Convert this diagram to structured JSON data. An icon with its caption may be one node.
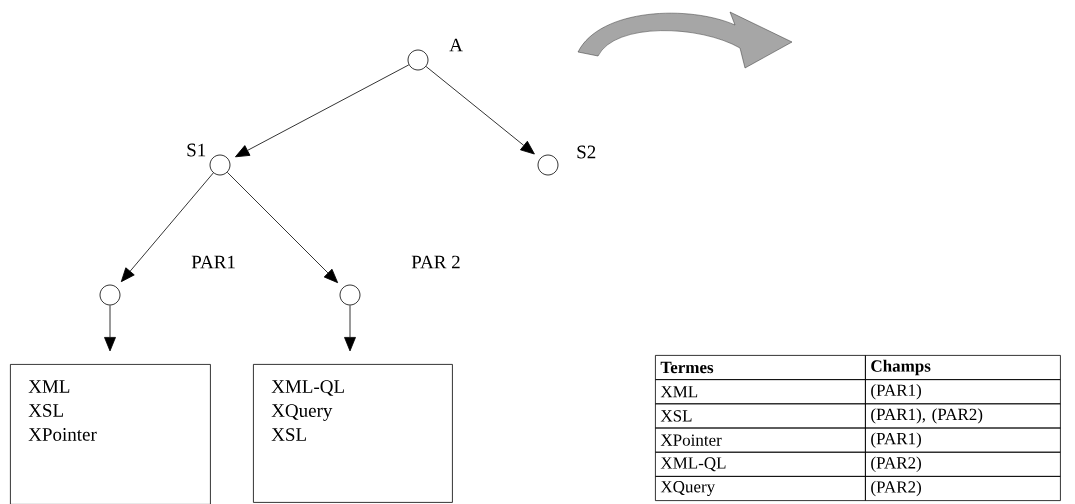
{
  "diagram": {
    "nodes": [
      {
        "text": [],
        "shape": "circle",
        "beside": [
          "A"
        ]
      },
      {
        "text": [],
        "shape": "circle",
        "beside": [
          "S1"
        ]
      },
      {
        "text": [],
        "shape": "circle",
        "beside": [
          "S2"
        ]
      },
      {
        "text": [],
        "shape": "circle",
        "beside": [
          "PAR1"
        ]
      },
      {
        "text": [],
        "shape": "circle",
        "beside": [
          "PAR 2"
        ]
      },
      {
        "text": [
          "XML",
          "XSL",
          "XPointer"
        ]
      },
      {
        "text": [
          "XML-QL",
          "XQuery",
          "XSL"
        ]
      }
    ],
    "edges": [
      {
        "from": 0,
        "to": 1,
        "arrow": "to"
      },
      {
        "from": 0,
        "to": 2,
        "arrow": "to"
      },
      {
        "from": 1,
        "to": 3,
        "arrow": "to"
      },
      {
        "from": 1,
        "to": 4,
        "arrow": "to"
      },
      {
        "from": 3,
        "to": 5,
        "arrow": "to"
      },
      {
        "from": 4,
        "to": 6,
        "arrow": "to"
      }
    ],
    "labels": [
      "Termes",
      "Champs",
      "XML",
      "(PAR1)",
      "XSL",
      "(PAR1), (PAR2)",
      "XPointer",
      "(PAR1)",
      "XML-QL",
      "(PAR2)",
      "XQuery",
      "(PAR2)"
    ]
  }
}
